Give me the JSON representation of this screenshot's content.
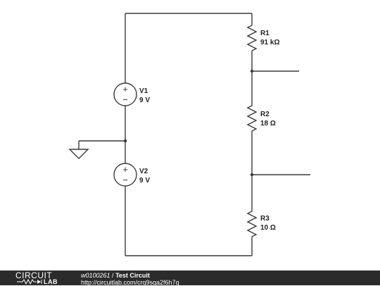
{
  "circuit": {
    "components": [
      {
        "id": "V1",
        "name": "V1",
        "value": "9 V",
        "type": "voltage-source"
      },
      {
        "id": "V2",
        "name": "V2",
        "value": "9 V",
        "type": "voltage-source"
      },
      {
        "id": "R1",
        "name": "R1",
        "value": "91 kΩ",
        "type": "resistor"
      },
      {
        "id": "R2",
        "name": "R2",
        "value": "18 Ω",
        "type": "resistor"
      },
      {
        "id": "R3",
        "name": "R3",
        "value": "10 Ω",
        "type": "resistor"
      }
    ],
    "source_signs": {
      "plus": "+",
      "minus": "−"
    }
  },
  "footer": {
    "logo_top": "CIRCUIT",
    "logo_bottom": "LAB",
    "user": "w0100261",
    "separator": " / ",
    "title": "Test Circuit",
    "url": "http://circuitlab.com/crq9sqa2f6h7g"
  }
}
